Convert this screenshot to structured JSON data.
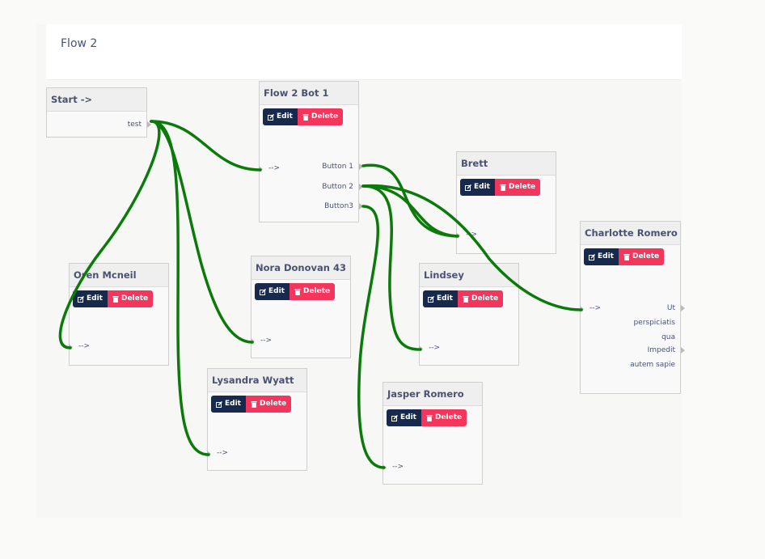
{
  "header": {
    "title": "Flow 2"
  },
  "colors": {
    "wire": "#0b7a0b",
    "edit": "#172a4e",
    "delete": "#f4365d"
  },
  "buttons": {
    "edit": "Edit",
    "delete": "Delete",
    "edit_icon": "edit-icon",
    "delete_icon": "trash-icon"
  },
  "input_label": "-->",
  "nodes": [
    {
      "title": "Start ->",
      "outputs": [
        "test"
      ],
      "start": true
    },
    {
      "title": "Flow 2 Bot 1",
      "outputs": [
        "Button 1",
        "Button 2",
        "Button3"
      ]
    },
    {
      "title": "Brett",
      "outputs": []
    },
    {
      "title": "Charlotte Romero",
      "outputs": [
        "Ut perspiciatis qua",
        "Impedit autem sapie"
      ]
    },
    {
      "title": "Oren Mcneil",
      "outputs": []
    },
    {
      "title": "Nora Donovan 43",
      "outputs": []
    },
    {
      "title": "Lindsey",
      "outputs": []
    },
    {
      "title": "Lysandra Wyatt",
      "outputs": []
    },
    {
      "title": "Jasper Romero",
      "outputs": []
    }
  ]
}
